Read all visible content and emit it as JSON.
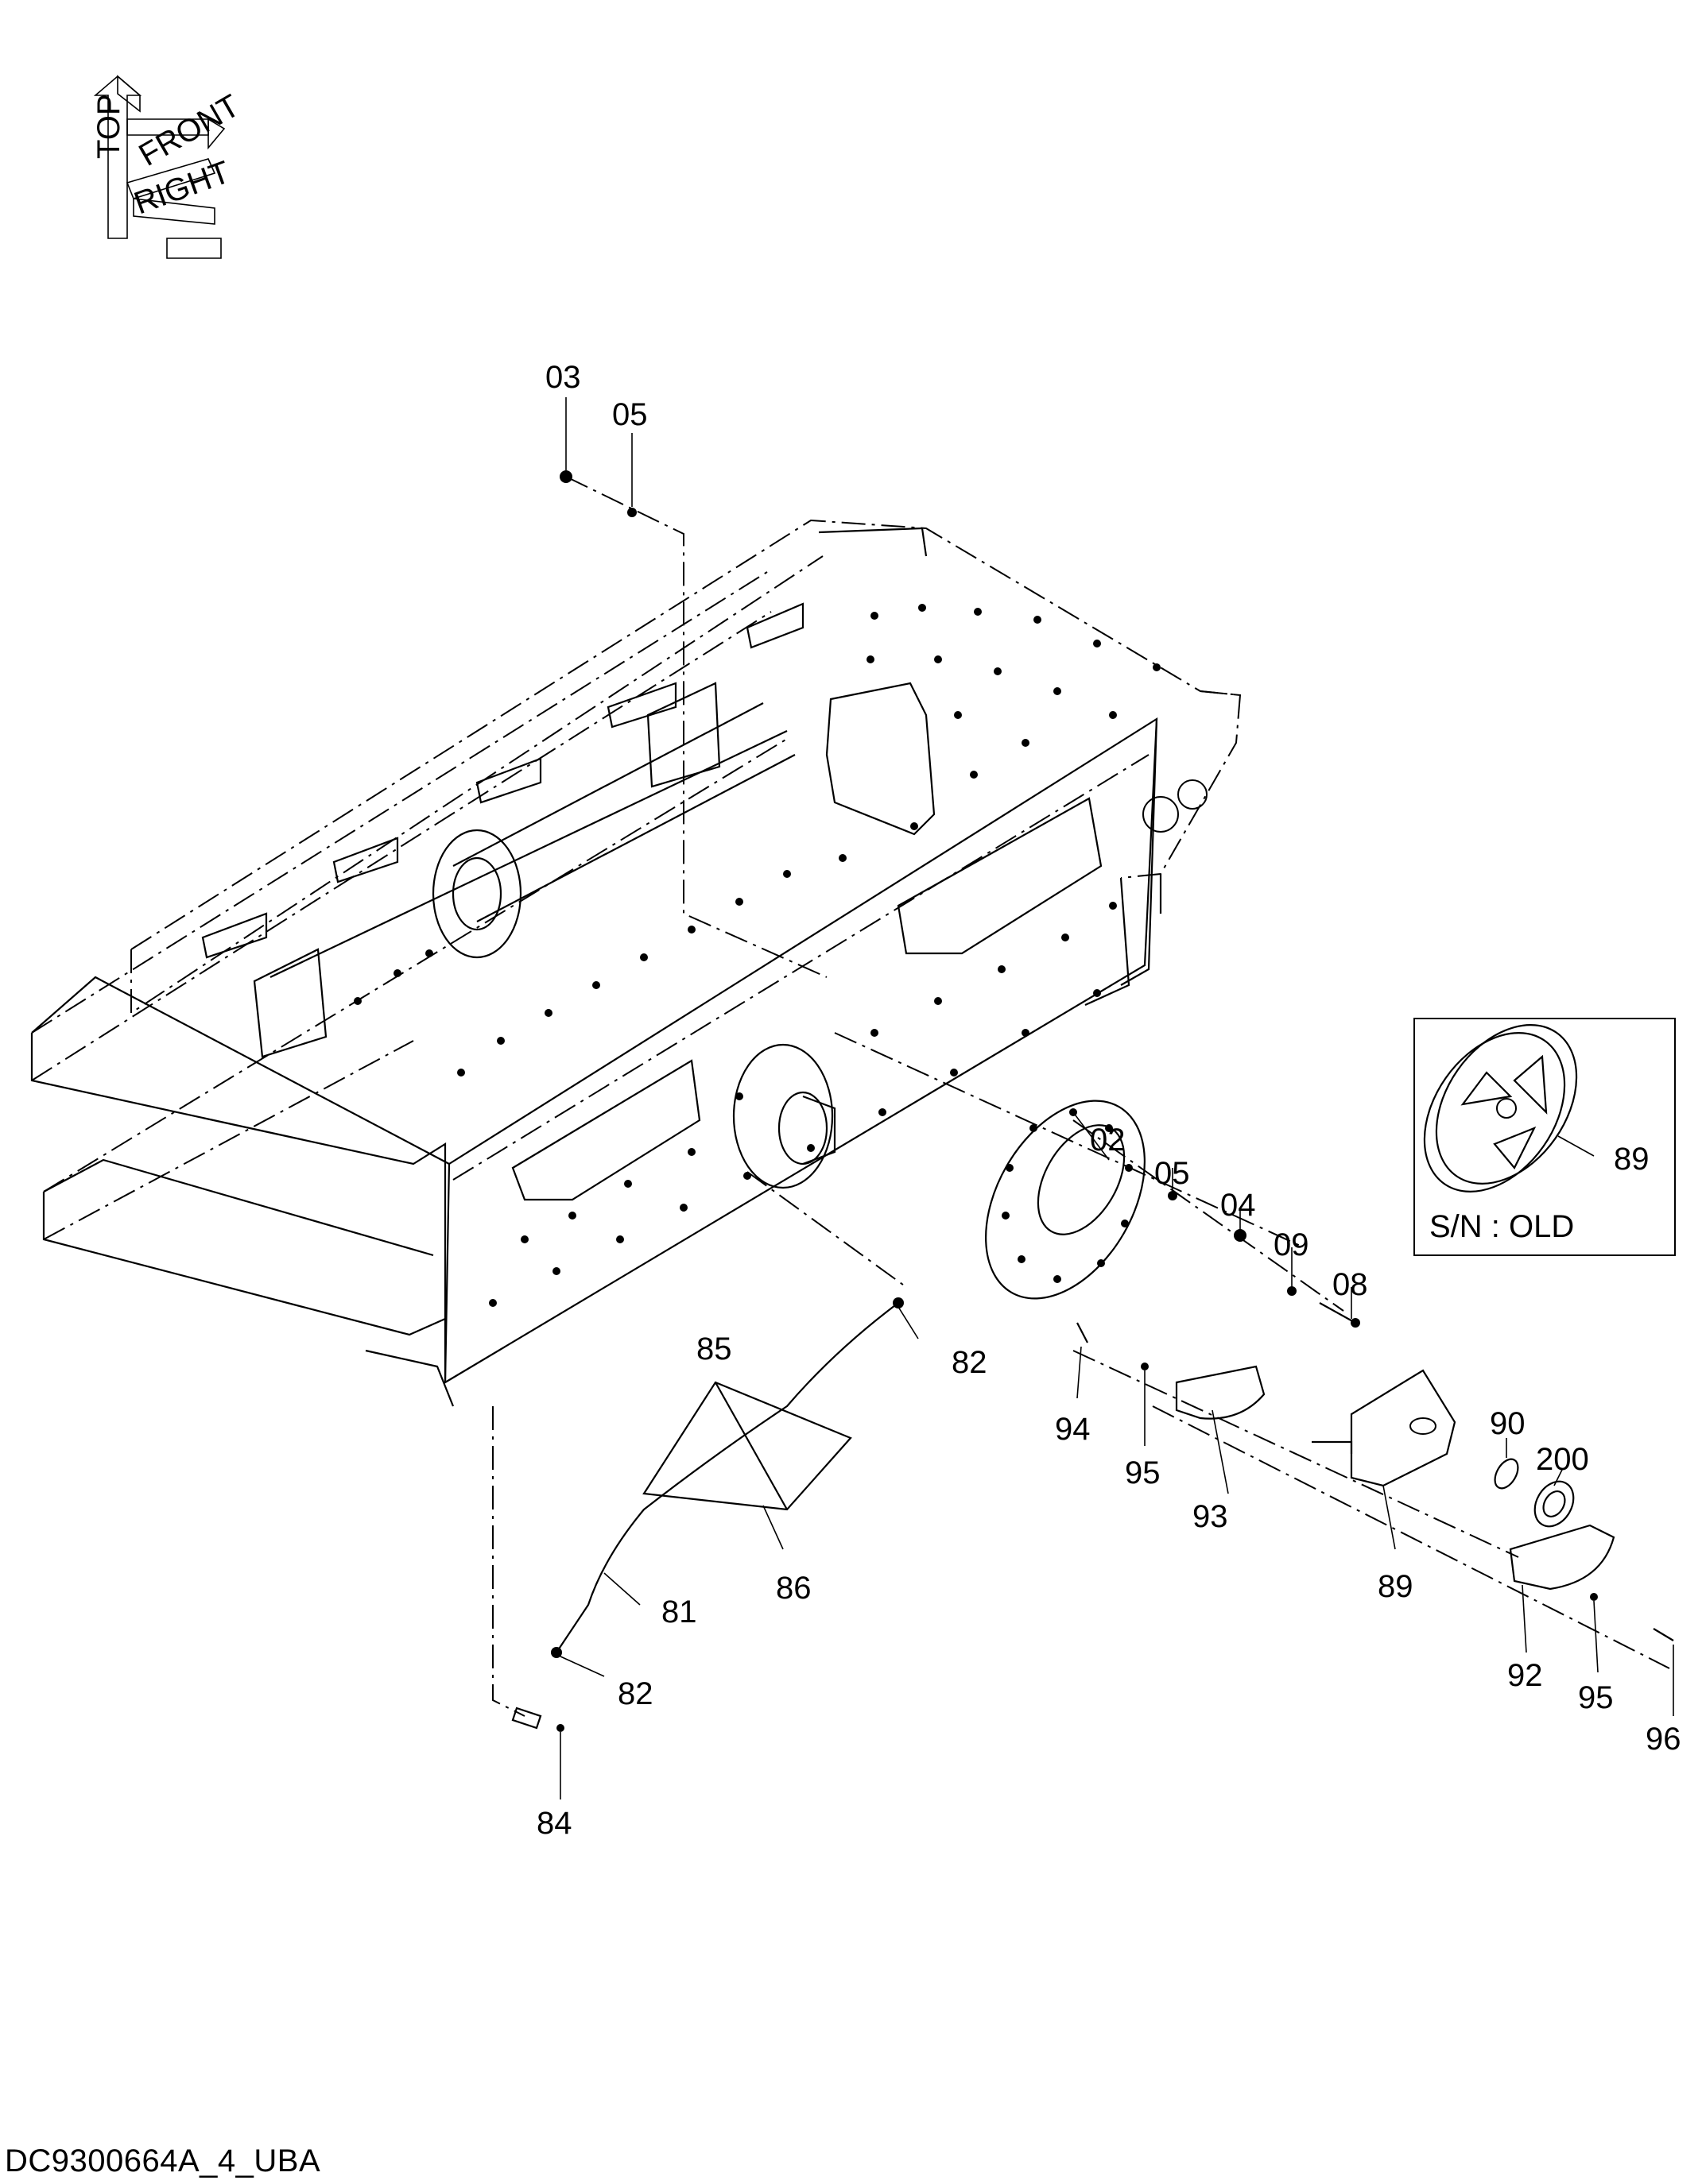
{
  "orientation": {
    "labels": [
      "TOP",
      "FRONT",
      "RIGHT"
    ],
    "icon": "orientation-triad-icon"
  },
  "callouts": [
    {
      "id": "c03",
      "text": "03"
    },
    {
      "id": "c05a",
      "text": "05"
    },
    {
      "id": "c02",
      "text": "02"
    },
    {
      "id": "c05b",
      "text": "05"
    },
    {
      "id": "c04",
      "text": "04"
    },
    {
      "id": "c09",
      "text": "09"
    },
    {
      "id": "c08",
      "text": "08"
    },
    {
      "id": "c85",
      "text": "85"
    },
    {
      "id": "c82a",
      "text": "82"
    },
    {
      "id": "c94",
      "text": "94"
    },
    {
      "id": "c95a",
      "text": "95"
    },
    {
      "id": "c93",
      "text": "93"
    },
    {
      "id": "c89a",
      "text": "89"
    },
    {
      "id": "c90",
      "text": "90"
    },
    {
      "id": "c200",
      "text": "200"
    },
    {
      "id": "c81",
      "text": "81"
    },
    {
      "id": "c86",
      "text": "86"
    },
    {
      "id": "c82b",
      "text": "82"
    },
    {
      "id": "c92",
      "text": "92"
    },
    {
      "id": "c95b",
      "text": "95"
    },
    {
      "id": "c96",
      "text": "96"
    },
    {
      "id": "c84",
      "text": "84"
    }
  ],
  "inset": {
    "callout": "89",
    "label": "S/N : OLD"
  },
  "drawing_id": "DC9300664A_4_UBA"
}
